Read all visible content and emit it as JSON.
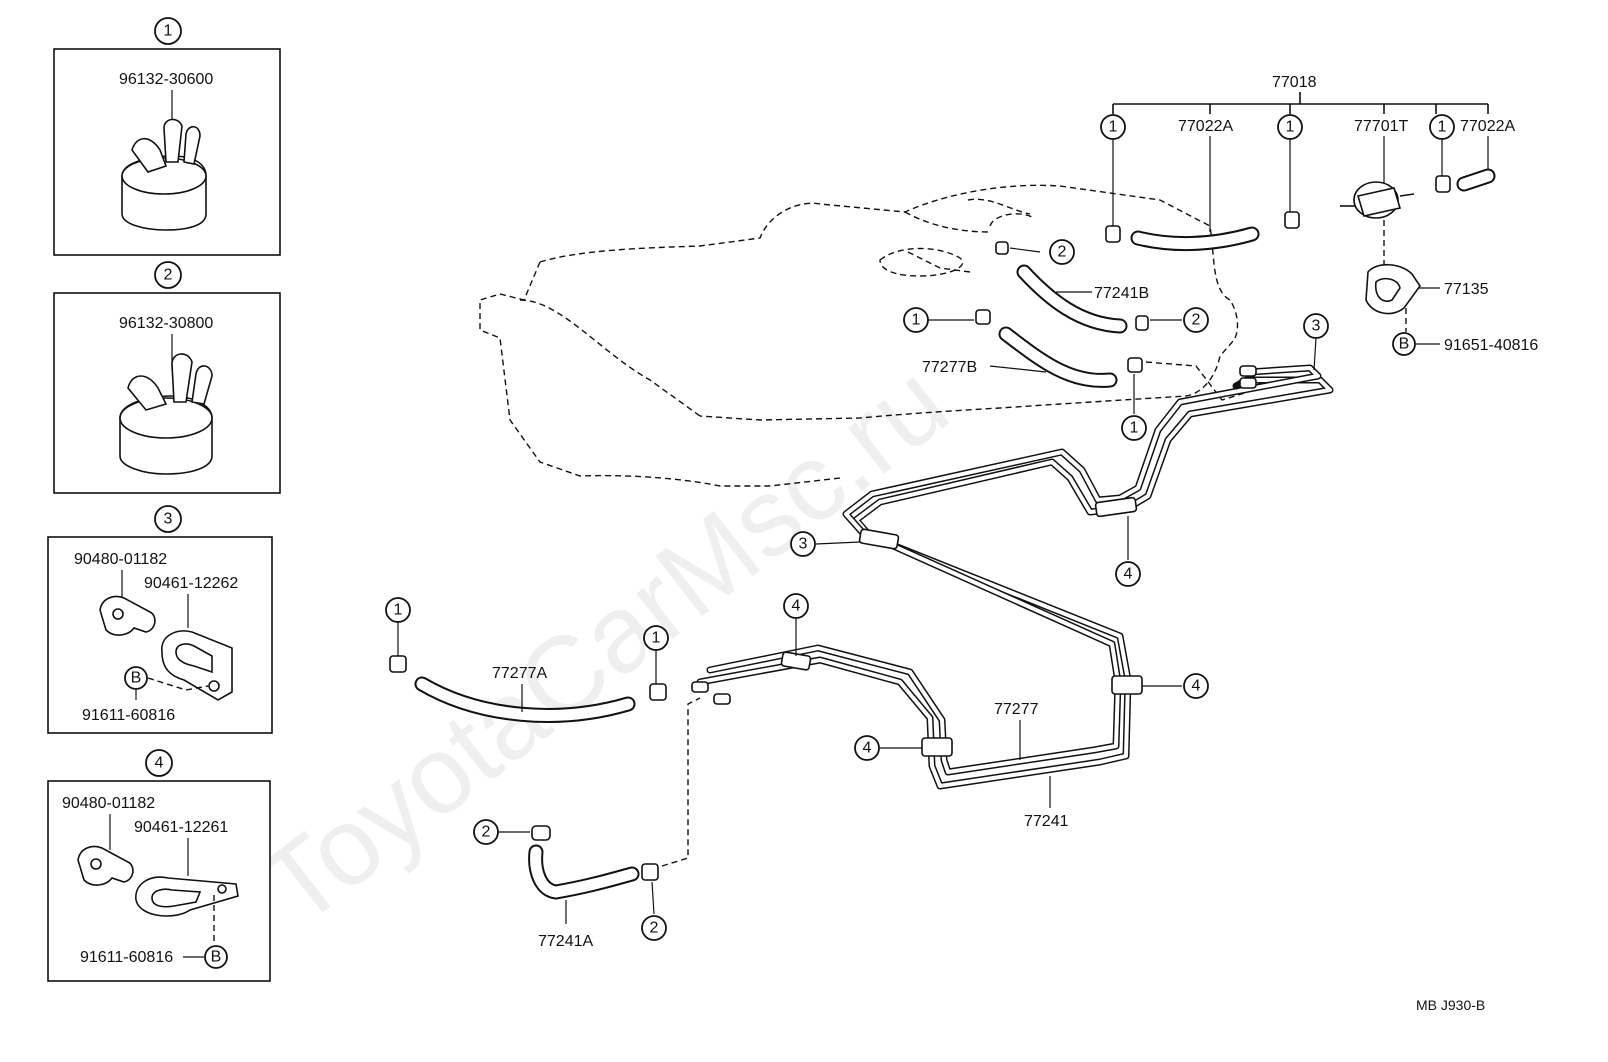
{
  "footer_code": "MB  J930-B",
  "watermark": "ToyotaCarMsc.ru",
  "callouts": [
    "1",
    "2",
    "3",
    "4",
    "B"
  ],
  "detail_panels": [
    {
      "index": "1",
      "parts": [
        "96132-30600"
      ]
    },
    {
      "index": "2",
      "parts": [
        "96132-30800"
      ]
    },
    {
      "index": "3",
      "parts": [
        "90480-01182",
        "90461-12262",
        "91611-60816"
      ]
    },
    {
      "index": "4",
      "parts": [
        "90480-01182",
        "90461-12261",
        "91611-60816"
      ]
    }
  ],
  "main_parts": {
    "p77018": "77018",
    "p77022A_left": "77022A",
    "p77701T": "77701T",
    "p77022A_right": "77022A",
    "p77241B": "77241B",
    "p77277B": "77277B",
    "p77135": "77135",
    "p91651": "91651-40816",
    "p77277A": "77277A",
    "p77277": "77277",
    "p77241": "77241",
    "p77241A": "77241A"
  }
}
